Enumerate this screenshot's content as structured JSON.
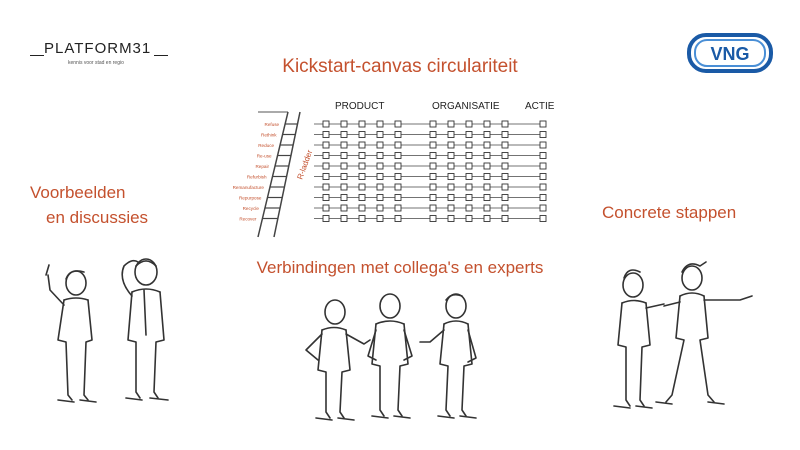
{
  "logos": {
    "platform31": {
      "word": "PLATFORM31",
      "tagline": "kennis voor stad en regio"
    },
    "vng": {
      "word": "VNG",
      "color": "#1a5aa6"
    }
  },
  "title": "Kickstart-canvas circulariteit",
  "left_caption": {
    "line1": "Voorbeelden",
    "line2": "en discussies"
  },
  "right_caption": "Concrete stappen",
  "center_caption": "Verbindingen met collega's en experts",
  "canvas": {
    "ladder_label": "R-ladder",
    "columns": [
      "PRODUCT",
      "ORGANISATIE",
      "ACTIE"
    ],
    "rungs": [
      "Refuse",
      "Rethink",
      "Reduce",
      "Re-use",
      "Repair",
      "Refurbish",
      "Remanufacture",
      "Repurpose",
      "Recycle",
      "Recover"
    ]
  },
  "colors": {
    "accent": "#c4512e",
    "ink": "#222222"
  }
}
